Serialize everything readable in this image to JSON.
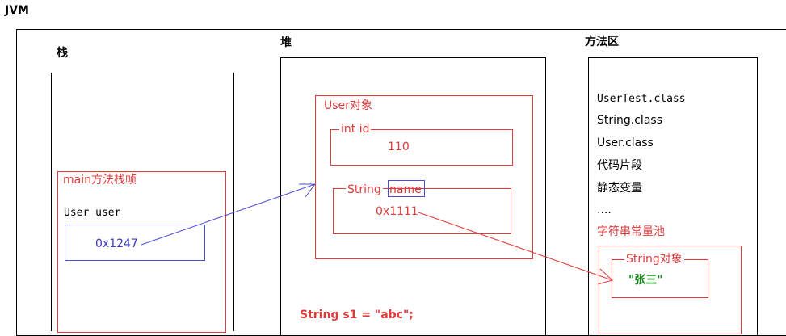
{
  "title": "JVM",
  "stack": {
    "label": "栈",
    "frame_label": "main方法栈帧",
    "var_decl": "User user",
    "ref_value": "0x1247"
  },
  "heap": {
    "label": "堆",
    "user_object_label": "User对象",
    "field_int_label": "int id",
    "field_int_value": "110",
    "field_string_type": "String ",
    "field_string_name": "name",
    "field_string_value": "0x1111",
    "code_line": "String s1 = \"abc\";"
  },
  "method_area": {
    "label": "方法区",
    "items": [
      "UserTest.class",
      "String.class",
      "User.class",
      "代码片段",
      "静态变量",
      "...."
    ],
    "pool_label": "字符串常量池",
    "string_object_label": "String对象",
    "string_value": "\"张三\""
  },
  "colors": {
    "red": "#e03a3a",
    "blue": "#4b4bd6",
    "green": "#1a8a1a",
    "black": "#000000"
  }
}
